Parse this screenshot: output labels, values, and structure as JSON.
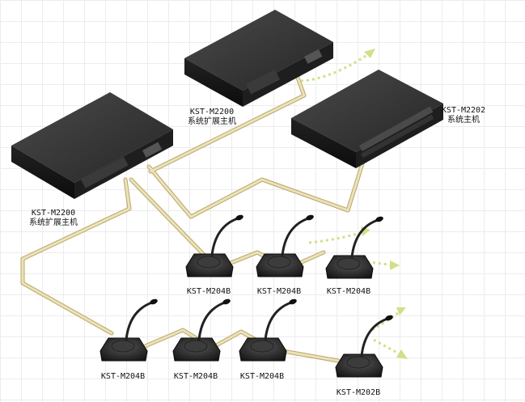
{
  "units": {
    "host_main": {
      "model": "KST-M2202",
      "desc": "系统主机"
    },
    "host_ext_top": {
      "model": "KST-M2200",
      "desc": "系统扩展主机"
    },
    "host_ext_left": {
      "model": "KST-M2200",
      "desc": "系统扩展主机"
    },
    "mics": [
      {
        "model": "KST-M204B"
      },
      {
        "model": "KST-M204B"
      },
      {
        "model": "KST-M204B"
      },
      {
        "model": "KST-M204B"
      },
      {
        "model": "KST-M204B"
      },
      {
        "model": "KST-M204B"
      },
      {
        "model": "KST-M202B"
      }
    ]
  },
  "colors": {
    "cable": "#e8ddb0",
    "cable_edge": "#b8a66a",
    "arrow": "#cfe08a",
    "device_top": "#2e2e2e",
    "device_front": "#161616"
  }
}
